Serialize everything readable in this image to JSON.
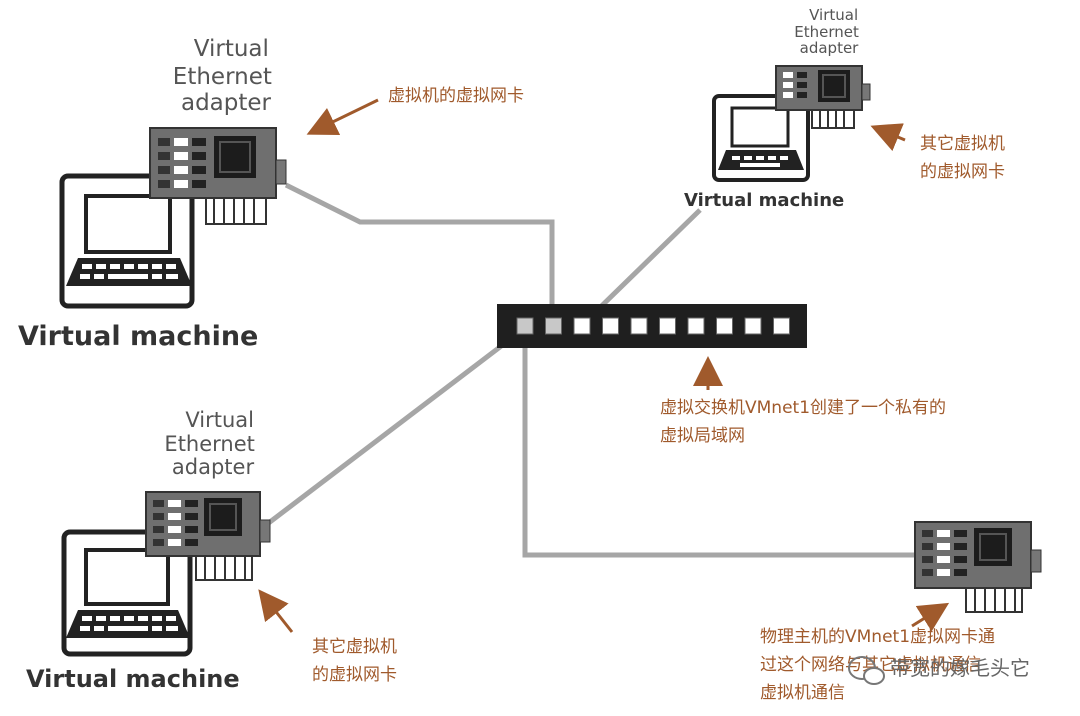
{
  "colors": {
    "cable": "#a6a6a6",
    "annotation": "#a05a2c",
    "card_body": "#6f6f6f",
    "chip": "#1c1c1c",
    "switch_body": "#1f1f1f",
    "switch_port": "#ffffff"
  },
  "vm_top_left": {
    "adapter_label": [
      "Virtual",
      "Ethernet",
      "adapter"
    ],
    "vm_label": "Virtual machine",
    "note": [
      "虚拟机的虚拟网卡"
    ]
  },
  "vm_top_right": {
    "adapter_label": [
      "Virtual",
      "Ethernet",
      "adapter"
    ],
    "vm_label": "Virtual machine",
    "note": [
      "其它虚拟机",
      "的虚拟网卡"
    ]
  },
  "vm_bottom_left": {
    "adapter_label": [
      "Virtual",
      "Ethernet",
      "adapter"
    ],
    "vm_label": "Virtual machine",
    "note": [
      "其它虚拟机",
      "的虚拟网卡"
    ]
  },
  "switch": {
    "port_count": 10,
    "note": [
      "虚拟交换机VMnet1创建了一个私有的",
      "虚拟局域网"
    ]
  },
  "host_adapter": {
    "note": [
      "物理主机的VMnet1虚拟网卡通",
      "过这个网络与其它虚拟机通信",
      "虚拟机通信"
    ]
  },
  "watermark": {
    "text": "带宽的嫁毛头它"
  }
}
